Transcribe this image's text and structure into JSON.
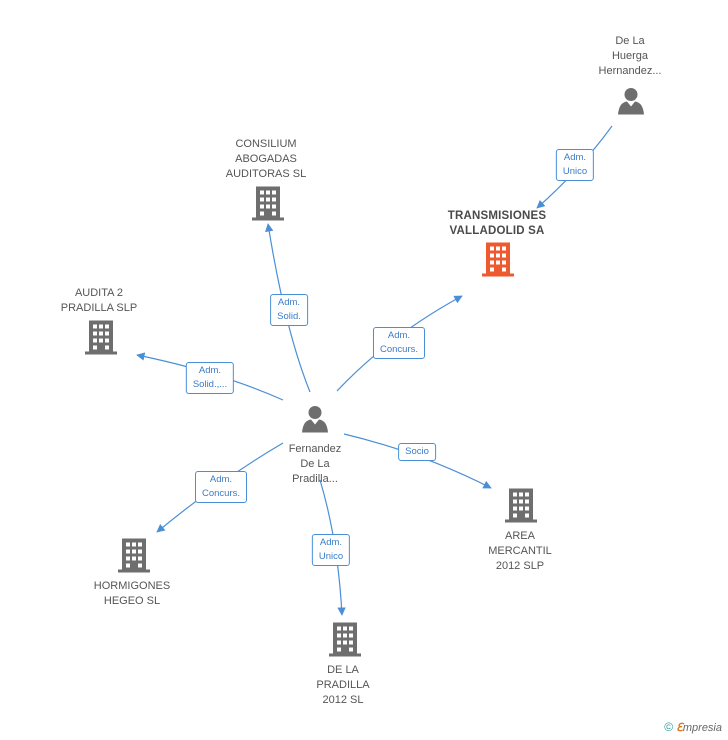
{
  "nodes": [
    {
      "id": "person-main",
      "kind": "person",
      "lines": [
        "Fernandez",
        "De La",
        "Pradilla..."
      ],
      "focus": false
    },
    {
      "id": "person-huerga",
      "kind": "person",
      "lines": [
        "De La",
        "Huerga",
        "Hernandez..."
      ],
      "focus": false
    },
    {
      "id": "transmisiones",
      "kind": "company",
      "lines": [
        "TRANSMISIONES",
        "VALLADOLID SA"
      ],
      "focus": true
    },
    {
      "id": "consilium",
      "kind": "company",
      "lines": [
        "CONSILIUM",
        "ABOGADAS",
        "AUDITORAS SL"
      ],
      "focus": false
    },
    {
      "id": "audita",
      "kind": "company",
      "lines": [
        "AUDITA 2",
        "PRADILLA SLP"
      ],
      "focus": false
    },
    {
      "id": "area",
      "kind": "company",
      "lines": [
        "AREA",
        "MERCANTIL",
        "2012 SLP"
      ],
      "focus": false
    },
    {
      "id": "hormigones",
      "kind": "company",
      "lines": [
        "HORMIGONES",
        "HEGEO SL"
      ],
      "focus": false
    },
    {
      "id": "delapradilla",
      "kind": "company",
      "lines": [
        "DE LA",
        "PRADILLA",
        "2012  SL"
      ],
      "focus": false
    }
  ],
  "edges": [
    {
      "id": "huerga-transmisiones",
      "lines": [
        "Adm.",
        "Unico"
      ]
    },
    {
      "id": "main-consilium",
      "lines": [
        "Adm.",
        "Solid."
      ]
    },
    {
      "id": "main-audita",
      "lines": [
        "Adm.",
        "Solid.,..."
      ]
    },
    {
      "id": "main-transmisiones",
      "lines": [
        "Adm.",
        "Concurs."
      ]
    },
    {
      "id": "main-area",
      "lines": [
        "Socio"
      ]
    },
    {
      "id": "main-hormigones",
      "lines": [
        "Adm.",
        "Concurs."
      ]
    },
    {
      "id": "main-delapradilla",
      "lines": [
        "Adm.",
        "Unico"
      ]
    }
  ],
  "colors": {
    "link": "#4a8fd6",
    "icon": "#6e6e6e",
    "focus_icon": "#ee5a2e",
    "label": "#555555"
  },
  "branding": {
    "copyright": "©",
    "initial": "ℇ",
    "name": "mpresia"
  }
}
